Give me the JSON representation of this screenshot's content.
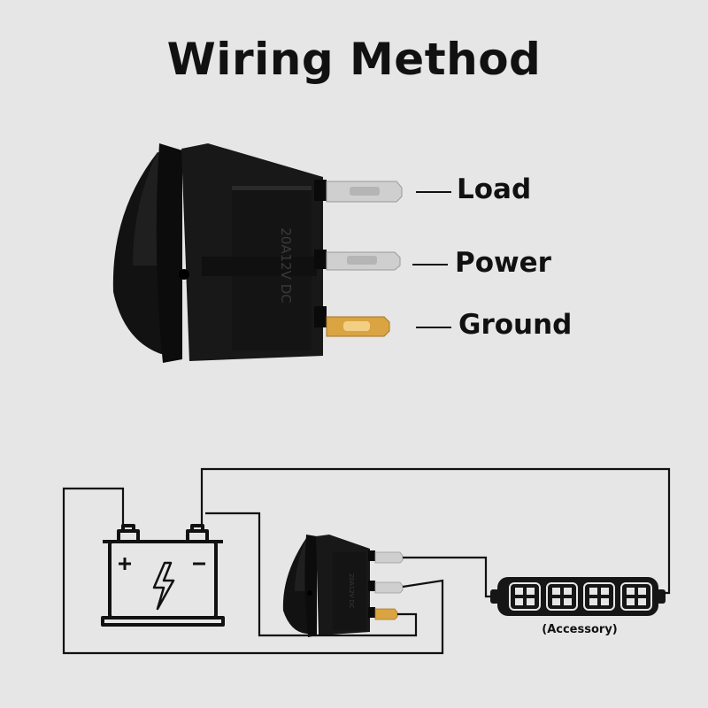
{
  "title": "Wiring Method",
  "terminals": {
    "load": "Load",
    "power": "Power",
    "ground": "Ground"
  },
  "switch_rating_text": "20A12V DC",
  "accessory_label": "(Accessory)",
  "icons": [
    "rocker-switch-icon",
    "battery-icon",
    "lightning-bolt-icon",
    "led-light-pod-icon"
  ],
  "colors": {
    "background": "#e6e6e6",
    "switch_body": "#151515",
    "terminal_silver": "#cfcfcf",
    "terminal_brass": "#d9a441",
    "indicator_blue": "#1e3a9a",
    "wire": "#111111"
  }
}
